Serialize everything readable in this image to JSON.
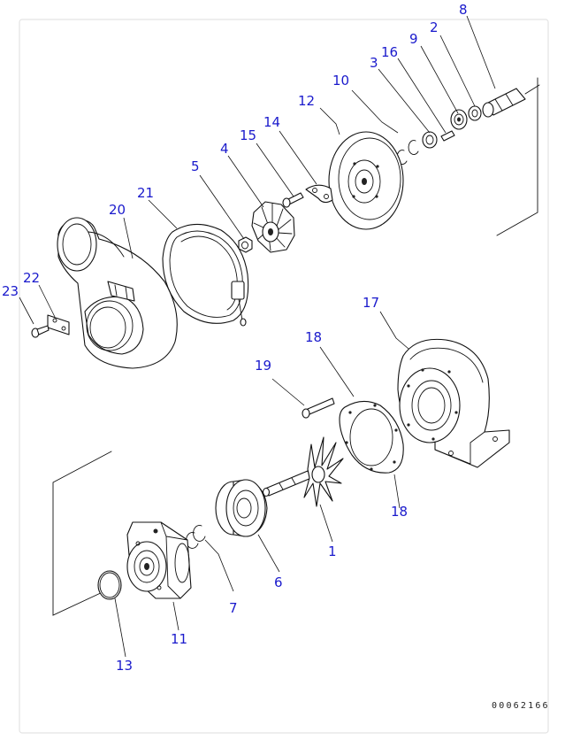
{
  "diagram": {
    "drawing_number": "00062166",
    "callouts": {
      "c1": "1",
      "c2": "2",
      "c3": "3",
      "c4": "4",
      "c5": "5",
      "c6": "6",
      "c7": "7",
      "c8": "8",
      "c9": "9",
      "c10": "10",
      "c11": "11",
      "c12": "12",
      "c13": "13",
      "c14": "14",
      "c15": "15",
      "c16": "16",
      "c17": "17",
      "c18a": "18",
      "c18b": "18",
      "c19": "19",
      "c20": "20",
      "c21": "21",
      "c22": "22",
      "c23": "23"
    },
    "colors": {
      "callout": "#1a1acc",
      "line": "#111111",
      "frame": "#e3e3e3"
    }
  }
}
